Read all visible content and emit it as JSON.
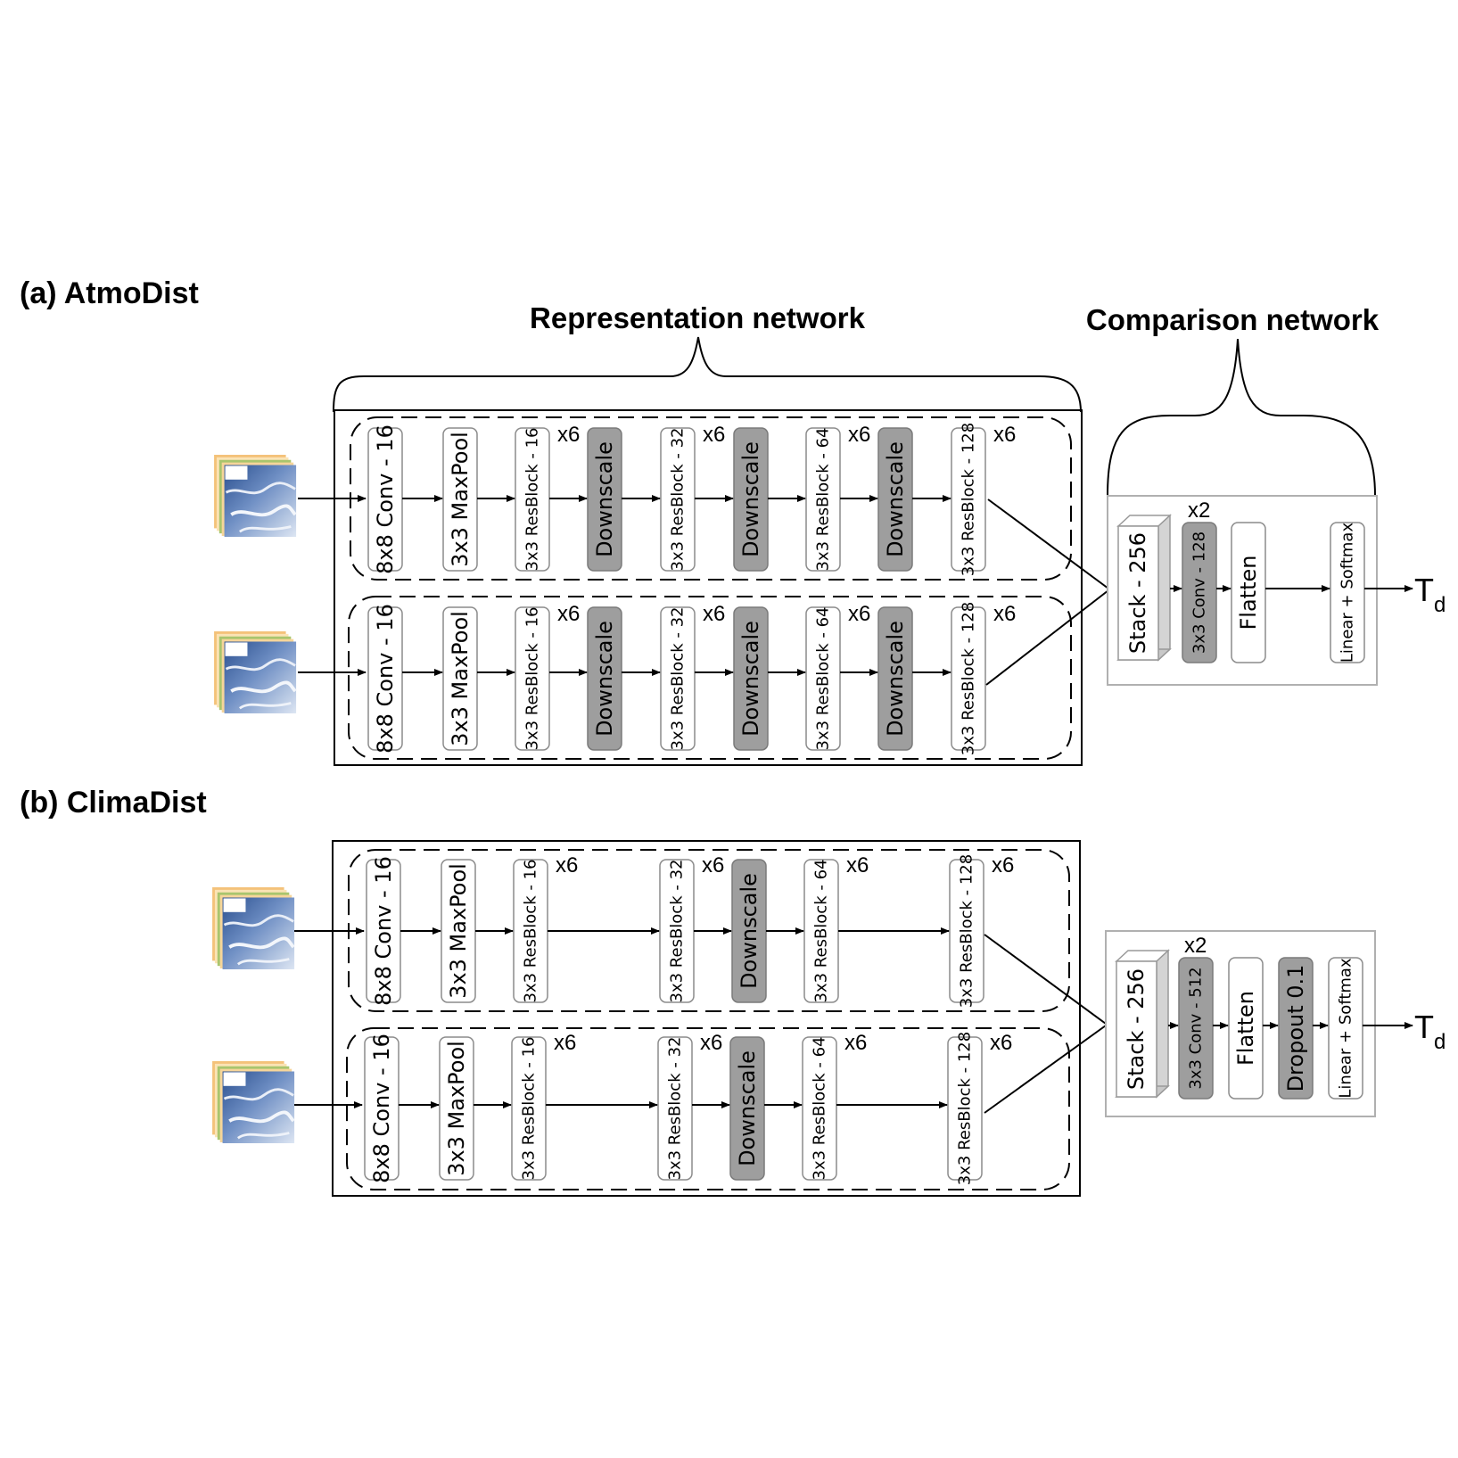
{
  "panel_a": {
    "title": "(a) AtmoDist",
    "representation_label": "Representation network",
    "comparison_label": "Comparison network",
    "branch_blocks": [
      "8x8 Conv - 16",
      "3x3 MaxPool",
      "3x3 ResBlock - 16",
      "Downscale",
      "3x3 ResBlock - 32",
      "Downscale",
      "3x3 ResBlock - 64",
      "Downscale",
      "3x3 ResBlock - 128"
    ],
    "repeat": "x6",
    "comparison_blocks": [
      "Stack - 256",
      "3x3 Conv - 128",
      "Flatten",
      "Linear + Softmax"
    ],
    "conv_repeat": "x2",
    "output": {
      "main": "T",
      "sub": "d"
    }
  },
  "panel_b": {
    "title": "(b) ClimaDist",
    "branch_blocks": [
      "8x8 Conv - 16",
      "3x3 MaxPool",
      "3x3 ResBlock - 16",
      "3x3 ResBlock - 32",
      "Downscale",
      "3x3 ResBlock - 64",
      "3x3 ResBlock - 128"
    ],
    "repeat": "x6",
    "comparison_blocks": [
      "Stack - 256",
      "3x3 Conv - 512",
      "Flatten",
      "Dropout 0.1",
      "Linear + Softmax"
    ],
    "conv_repeat": "x2",
    "output": {
      "main": "T",
      "sub": "d"
    }
  },
  "colors": {
    "gray_block": "#9e9e9e",
    "stroke": "#000000",
    "light_border": "#b0b0b0"
  },
  "icons": [
    "weather-map-stack-icon"
  ]
}
